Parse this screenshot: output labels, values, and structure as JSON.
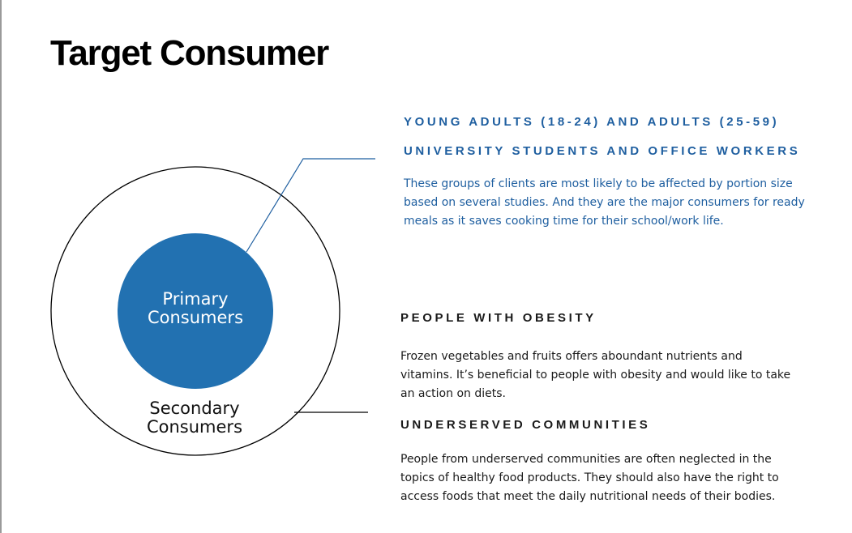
{
  "title": "Target Consumer",
  "diagram": {
    "primary_label": [
      "Primary",
      "Consumers"
    ],
    "secondary_label": [
      "Secondary",
      "Consumers"
    ],
    "colors": {
      "primary_fill": "#2271b1",
      "outer_stroke": "#000000",
      "connector_primary": "#1f5fa0",
      "connector_secondary": "#000000"
    }
  },
  "primary_group": {
    "heading_1": "YOUNG ADULTS (18-24) AND ADULTS (25-59)",
    "heading_2": "UNIVERSITY STUDENTS AND OFFICE WORKERS",
    "description": "These groups of clients are most likely to be affected by portion size based on several studies. And they are the major consumers for ready meals as it saves cooking time for their school/work life."
  },
  "secondary_groups": [
    {
      "heading": "PEOPLE WITH OBESITY",
      "description": "Frozen vegetables and fruits offers aboundant nutrients and vitamins. It’s beneficial to people with obesity and would like to take an action on diets."
    },
    {
      "heading": "UNDERSERVED COMMUNITIES",
      "description": "People from underserved communities are often neglected in the topics of healthy food products. They should also have the right to access foods that meet the daily nutritional needs of their bodies."
    }
  ]
}
